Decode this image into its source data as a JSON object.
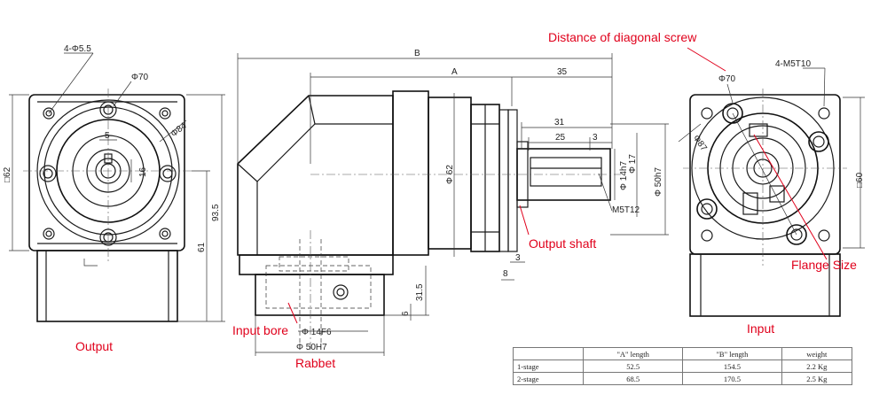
{
  "labels": {
    "title": "Distance of diagonal screw",
    "output": "Output",
    "input": "Input",
    "input_bore": "Input bore",
    "rabbet": "Rabbet",
    "output_shaft": "Output shaft",
    "flange_size": "Flange Size"
  },
  "dims": {
    "left": {
      "holes": "4-Φ5.5",
      "pcd": "Φ70",
      "key": "5",
      "shaft": "16",
      "square": "□62",
      "h1": "93.5",
      "h2": "61",
      "dia": "Φ84"
    },
    "middle": {
      "B": "B",
      "A": "A",
      "d35": "35",
      "d31": "31",
      "d25": "25",
      "d3a": "3",
      "d62": "Φ 62",
      "d14": "Φ 14h7",
      "d17": "Φ 17",
      "d50": "Φ 50h7",
      "m5t12": "M5T12",
      "d3b": "3",
      "d8": "8",
      "d31_5": "31.5",
      "d6": "6",
      "f14": "Φ 14F6",
      "f50": "Φ 50H7"
    },
    "right": {
      "holes": "4-M5T10",
      "pcd": "Φ70",
      "dia": "Φ87",
      "square": "□60"
    }
  },
  "table": {
    "headers": [
      "",
      "\"A\"    length",
      "\"B\"    length",
      "weight"
    ],
    "rows": [
      [
        "1-stage",
        "52.5",
        "154.5",
        "2.2 Kg"
      ],
      [
        "2-stage",
        "68.5",
        "170.5",
        "2.5 Kg"
      ]
    ]
  },
  "colors": {
    "annotation": "#e0001b",
    "line": "#1a1a1a"
  }
}
